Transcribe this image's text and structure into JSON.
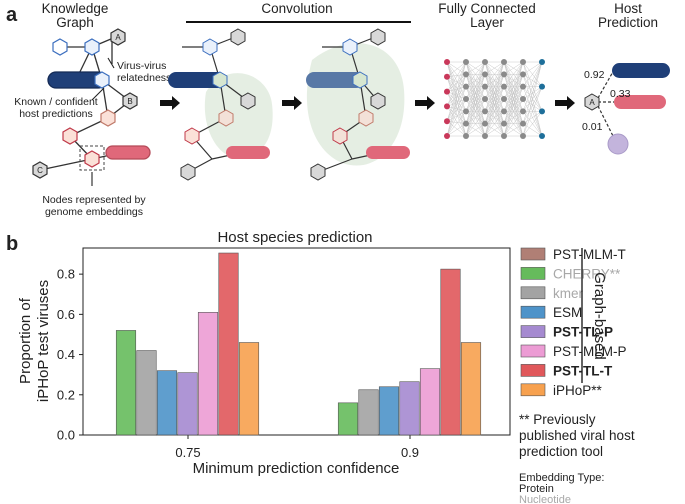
{
  "panel_a": {
    "label": "a",
    "headers": {
      "knowledge_graph": [
        "Knowledge",
        "Graph"
      ],
      "convolution": "Convolution",
      "fully_connected": [
        "Fully Connected",
        "Layer"
      ],
      "host_prediction": [
        "Host",
        "Prediction"
      ]
    },
    "annotations": {
      "virus_virus": [
        "Virus-virus",
        "relatedness"
      ],
      "known_hosts": [
        "Known / confident",
        "host predictions"
      ],
      "nodes": [
        "Nodes represented by",
        "genome embeddings"
      ]
    },
    "node_letters": [
      "A",
      "B",
      "C"
    ],
    "probabilities": [
      "0.92",
      "0.33",
      "0.01"
    ]
  },
  "panel_b": {
    "label": "b"
  },
  "chart_data": {
    "type": "bar",
    "title": "Host species prediction",
    "xlabel": "Minimum prediction confidence",
    "ylabel": [
      "Proportion of",
      "iPHoP test viruses"
    ],
    "ylim": [
      0,
      0.93
    ],
    "yticks": [
      "0.0",
      "0.2",
      "0.4",
      "0.6",
      "0.8"
    ],
    "categories": [
      "0.75",
      "0.9"
    ],
    "series": [
      {
        "name": "PST-MLM-T",
        "color": "#b07f75",
        "values": [
          null,
          null
        ]
      },
      {
        "name": "CHERRY**",
        "color": "#66bb5c",
        "values": [
          0.52,
          0.16
        ]
      },
      {
        "name": "kmer",
        "color": "#a3a3a3",
        "values": [
          0.42,
          0.225
        ]
      },
      {
        "name": "ESM",
        "color": "#4e93c9",
        "values": [
          0.32,
          0.24
        ]
      },
      {
        "name": "PST-TL-P",
        "color": "#a58ad0",
        "values": [
          0.31,
          0.265
        ]
      },
      {
        "name": "PST-MLM-P",
        "color": "#ec9cd4",
        "values": [
          0.61,
          0.33
        ]
      },
      {
        "name": "PST-TL-T",
        "color": "#e0585b",
        "values": [
          0.905,
          0.825
        ]
      },
      {
        "name": "iPHoP**",
        "color": "#f7a14f",
        "values": [
          0.46,
          0.46
        ]
      }
    ],
    "legend": {
      "placement": "right",
      "gray_names": [
        "CHERRY**",
        "kmer"
      ],
      "bold_names": [
        "PST-TL-P",
        "PST-TL-T"
      ],
      "group_label": "Graph-based",
      "footnote": [
        "** Previously",
        "published viral host",
        "prediction tool"
      ],
      "embedding_title": "Embedding Type:",
      "embedding_types": [
        "Protein",
        "Nucleotide"
      ]
    }
  }
}
